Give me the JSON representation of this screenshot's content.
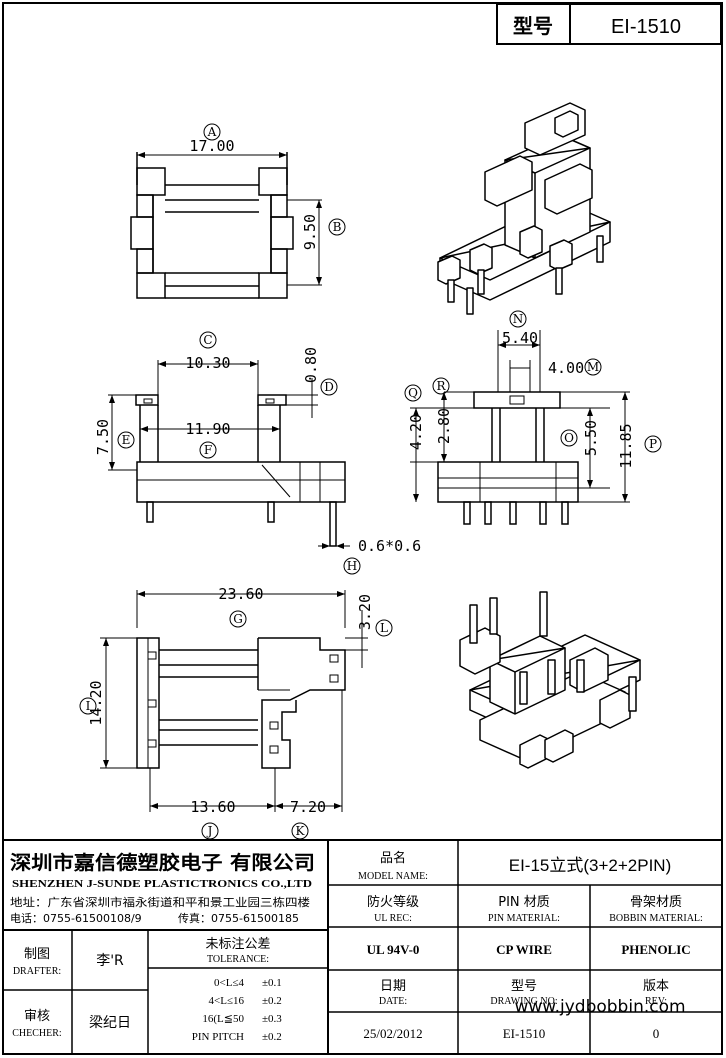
{
  "header": {
    "label": "型号",
    "model": "EI-1510"
  },
  "views": {
    "top": {
      "dim_width": "17.00",
      "dim_height": "9.50",
      "tag_a": "A",
      "tag_b": "B"
    },
    "front": {
      "dim_inner": "10.30",
      "dim_top": "0.80",
      "dim_height": "7.50",
      "dim_outer": "11.90",
      "dim_pin": "0.6*0.6",
      "tag_c": "C",
      "tag_d": "D",
      "tag_e": "E",
      "tag_f": "F",
      "tag_h": "H"
    },
    "side": {
      "dim_width": "5.40",
      "dim_inner": "4.00",
      "dim_a": "4.20",
      "dim_b": "2.80",
      "dim_c": "5.50",
      "dim_total": "11.85",
      "tag_n": "N",
      "tag_m": "M",
      "tag_q": "Q",
      "tag_r": "R",
      "tag_o": "O",
      "tag_p": "P"
    },
    "bottom": {
      "dim_width": "23.60",
      "dim_right": "3.20",
      "dim_height": "14.20",
      "dim_left": "13.60",
      "dim_right_w": "7.20",
      "tag_g": "G",
      "tag_l": "L",
      "tag_i": "I",
      "tag_j": "J",
      "tag_k": "K"
    }
  },
  "title_block": {
    "company_cn": "深圳市嘉信德塑胶电子 有限公司",
    "company_en": "SHENZHEN J-SUNDE PLASTICTRONICS CO.,LTD",
    "address": "地址：广东省深圳市福永街道和平和景工业园三栋四楼",
    "phone": "电话：0755-61500108/9",
    "fax": "传真：0755-61500185",
    "model_name_cn": "品名",
    "model_name_en": "MODEL NAME:",
    "model_name_value": "EI-15立式(3+2+2PIN)",
    "ul_cn": "防火等级",
    "ul_en": "UL REC:",
    "pin_cn": "PIN 材质",
    "pin_en": "PIN MATERIAL:",
    "bobbin_cn": "骨架材质",
    "bobbin_en": "BOBBIN MATERIAL:",
    "ul_value": "UL 94V-0",
    "pin_value": "CP WIRE",
    "bobbin_value": "PHENOLIC",
    "drafter_cn": "制图",
    "drafter_en": "DRAFTER:",
    "drafter_value": "李'R",
    "tolerance_cn": "未标注公差",
    "tolerance_en": "TOLERANCE:",
    "tolerances": [
      {
        "range": "0<L≤4",
        "value": "±0.1"
      },
      {
        "range": "4<L≤16",
        "value": "±0.2"
      },
      {
        "range": "16(L≦50",
        "value": "±0.3"
      },
      {
        "range": "PIN PITCH",
        "value": "±0.2"
      }
    ],
    "checker_cn": "审核",
    "checker_en": "CHECHER:",
    "checker_value": "梁纪日",
    "date_cn": "日期",
    "date_en": "DATE:",
    "date_value": "25/02/2012",
    "drawing_cn": "型号",
    "drawing_en": "DRAWING NO:",
    "drawing_value": "EI-1510",
    "rev_cn": "版本",
    "rev_en": "REV:",
    "rev_value": "0",
    "watermark": "www.jydbobbin.com"
  }
}
